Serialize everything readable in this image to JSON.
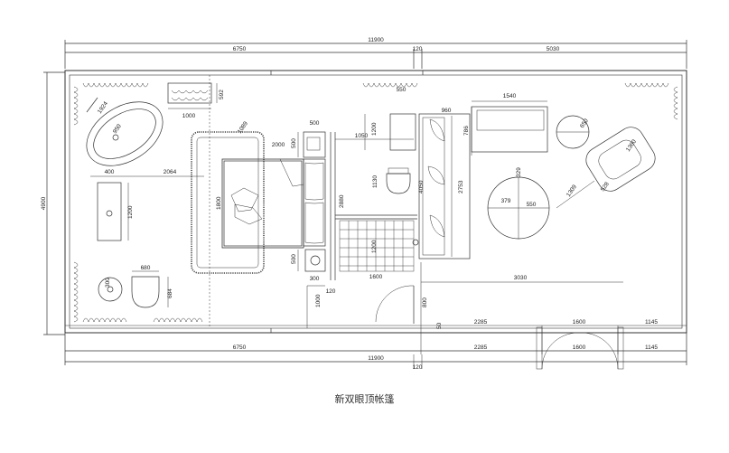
{
  "caption": "新双眼顶帐篷",
  "dims_top": {
    "total": "11900",
    "left": "6750",
    "mid": "120",
    "right": "5030"
  },
  "dims_bottom_1": {
    "left": "6750",
    "seg1": "2285",
    "seg2": "1600",
    "seg3": "1145"
  },
  "dims_bottom_2": {
    "total": "11900",
    "mid": "120"
  },
  "dim_height": "4900",
  "interior": {
    "bath_w": "1924",
    "bath_d": "950",
    "rack_w": "1000",
    "rack_h": "592",
    "sink_w": "400",
    "sink_h": "1200",
    "to_bed": "2064",
    "bed_w": "1800",
    "bed_l": "2000",
    "rug_d": "1089",
    "nightstand_w": "500",
    "nightstand_h": "500",
    "nightstand2_h": "500",
    "nightstand2_w": "300",
    "gap_1050": "1050",
    "wall_2880": "2880",
    "shower_w": "1600",
    "shower_h": "1200",
    "desk_h": "1200",
    "desk_w": "550",
    "toilet_h": "1130",
    "sofa_w": "960",
    "sofa_h": "4050",
    "sofa_len": "2753",
    "side_sofa": "1540",
    "side_d": "786",
    "table_w": "550",
    "round_d": "379",
    "chair_1": "1360",
    "chair_2": "1309",
    "chair_3": "528",
    "chair_4": "650",
    "chair_5": "329",
    "bottom_3030": "3030",
    "door_800": "800",
    "d_120": "120",
    "d_1000": "1000",
    "wc_w": "680",
    "wc_h": "684",
    "basin_d": "300",
    "d_50": "50"
  }
}
